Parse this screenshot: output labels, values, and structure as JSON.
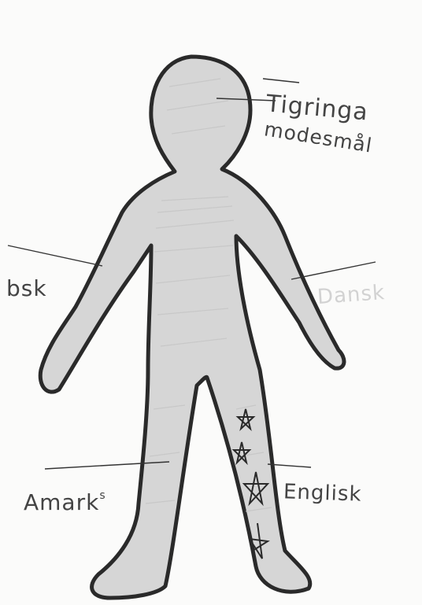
{
  "labels": {
    "head": "Tigringa",
    "head_sub": "modesmål",
    "left_arm": "bsk",
    "right_arm": "Dansk",
    "left_leg": "Amark",
    "left_leg_superscript": "s",
    "right_leg": "Englisk"
  },
  "colors": {
    "paper": "#fbfbfa",
    "outline": "#2a2a2a",
    "shading": "#d6d6d6",
    "pencil": "#444444"
  }
}
